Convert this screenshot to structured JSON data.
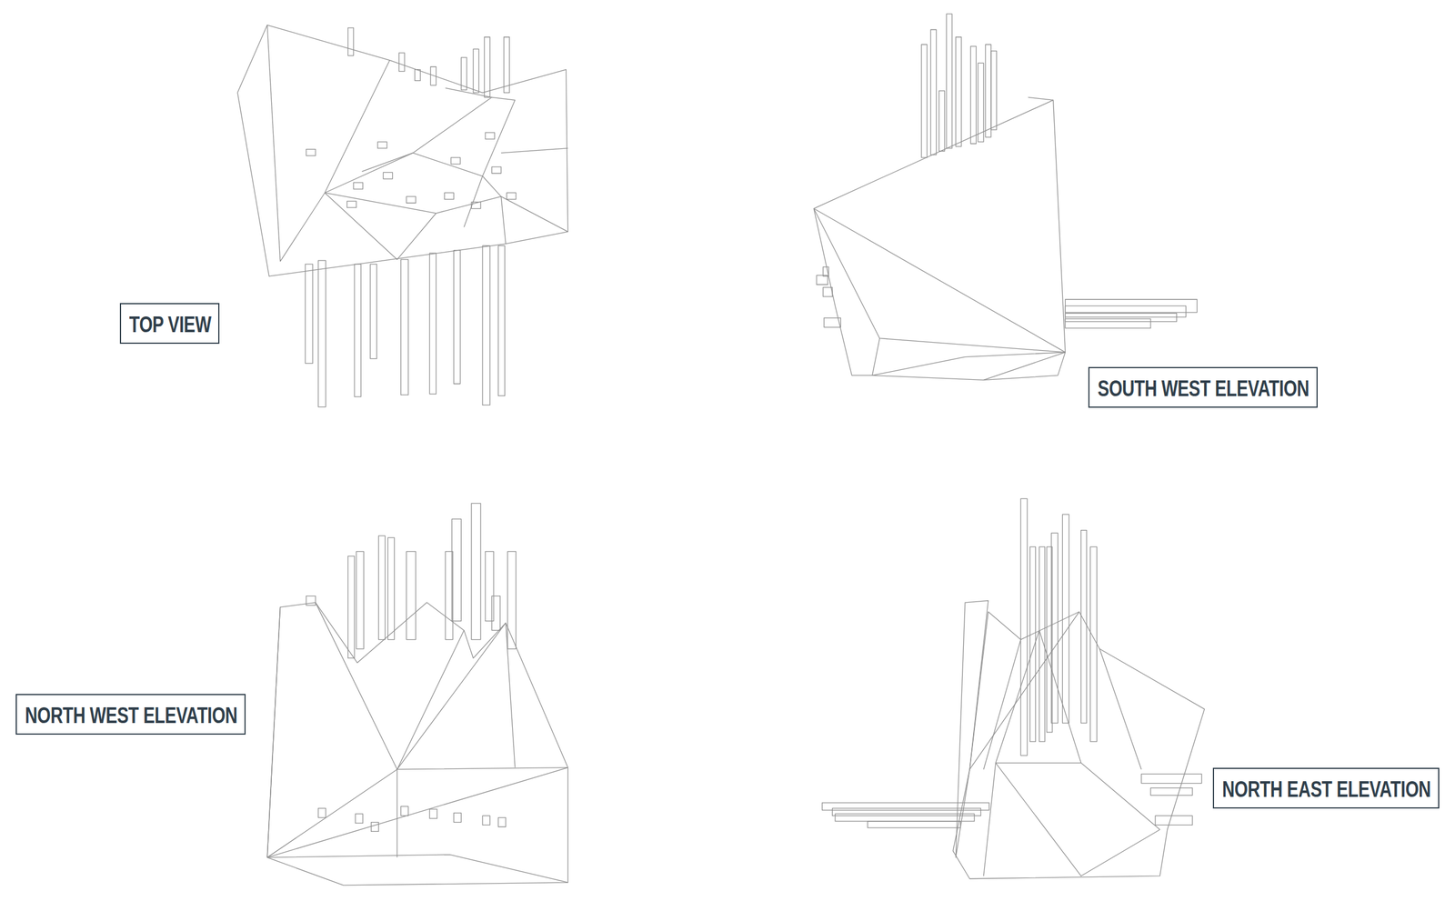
{
  "diagram": {
    "nodes": [
      {
        "text": [
          "TOP VIEW"
        ]
      },
      {
        "text": [
          "SOUTH WEST ELEVATION"
        ]
      },
      {
        "text": [
          "NORTH WEST ELEVATION"
        ]
      },
      {
        "text": [
          "NORTH EAST ELEVATION"
        ]
      }
    ]
  }
}
